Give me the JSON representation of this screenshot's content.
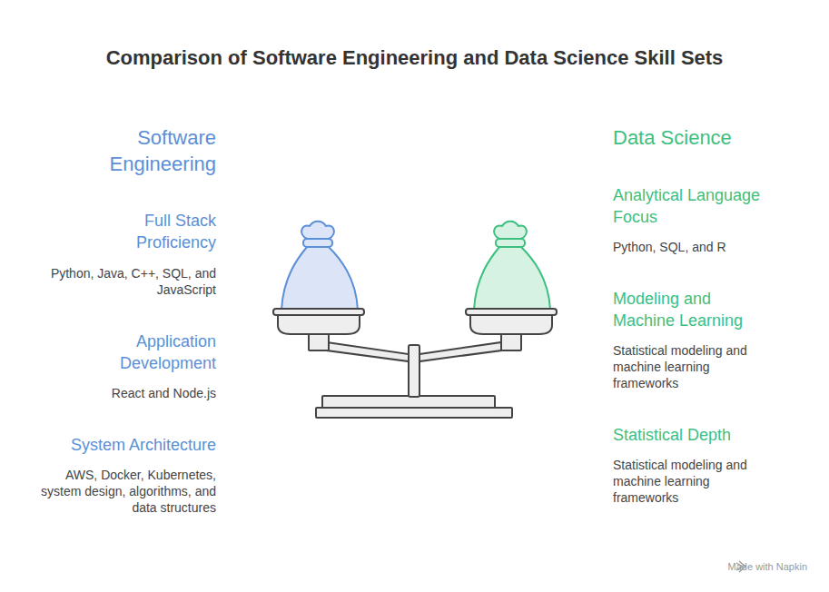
{
  "diagram": {
    "title": "Comparison of Software Engineering and Data Science Skill Sets",
    "labels": [
      "Software Engineering",
      "Full Stack Proficiency",
      "Python, Java, C++, SQL, and JavaScript",
      "Application Development",
      "React and Node.js",
      "System Architecture",
      "AWS, Docker, Kubernetes, system design, algorithms, and data structures",
      "Data Science",
      "Analytical Language Focus",
      "Python, SQL, and R",
      "Modeling and Machine Learning",
      "Statistical modeling and machine learning frameworks",
      "Statistical Depth",
      "Statistical modeling and machine learning frameworks",
      "Made with Napkin"
    ]
  }
}
